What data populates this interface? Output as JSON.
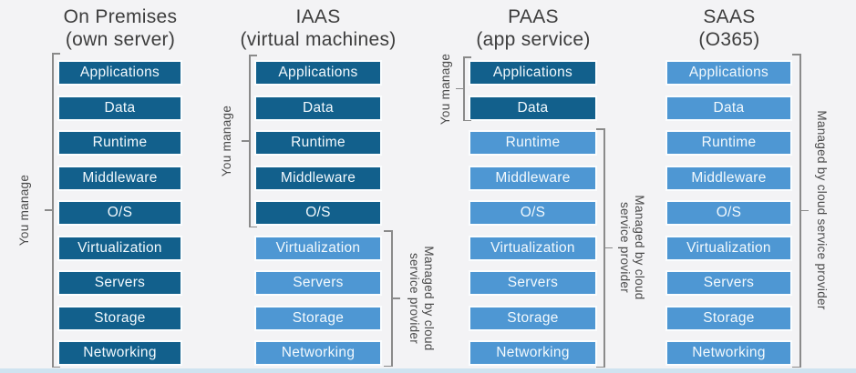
{
  "diagram": {
    "layers": [
      "Applications",
      "Data",
      "Runtime",
      "Middleware",
      "O/S",
      "Virtualization",
      "Servers",
      "Storage",
      "Networking"
    ],
    "columns": [
      {
        "id": "on-premises",
        "title_line1": "On Premises",
        "title_line2": "(own server)",
        "you_manage_count": 9
      },
      {
        "id": "iaas",
        "title_line1": "IAAS",
        "title_line2": "(virtual machines)",
        "you_manage_count": 5
      },
      {
        "id": "paas",
        "title_line1": "PAAS",
        "title_line2": "(app service)",
        "you_manage_count": 2
      },
      {
        "id": "saas",
        "title_line1": "SAAS",
        "title_line2": "(O365)",
        "you_manage_count": 0
      }
    ],
    "bracket_labels": {
      "you_manage": "You manage",
      "managed_line1": "Managed by cloud",
      "managed_line2": "service provider",
      "managed_full": "Managed by cloud service provider"
    },
    "colors": {
      "you_manage_box": "#12608c",
      "provider_box": "#4e97d3",
      "box_text": "#f2f9fd",
      "title_text": "#3d3d3d",
      "label_text": "#4a4a4a",
      "bracket": "#8a8a8a",
      "background": "#f3f3f5",
      "bottom_strip": "#cfe3f0"
    }
  }
}
